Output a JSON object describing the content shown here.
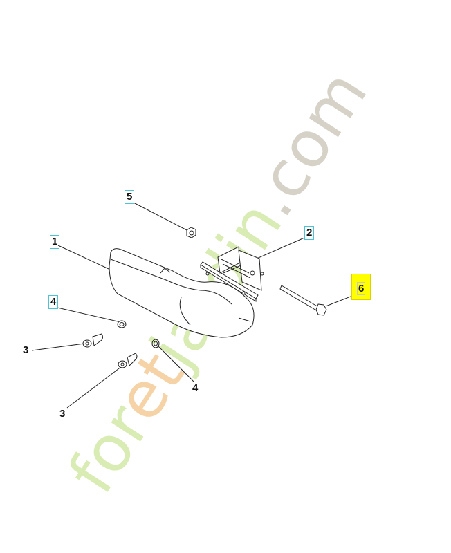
{
  "watermark": {
    "brand_a": "for",
    "brand_b": "et",
    "brand_c": "jardin",
    "brand_d": ".com",
    "colors": {
      "green": "#d8ecb4",
      "orange": "#f6d3a6",
      "gray": "#d6d2c8"
    }
  },
  "callouts": [
    {
      "number": "1",
      "boxed": true
    },
    {
      "number": "2",
      "boxed": true
    },
    {
      "number": "3",
      "boxed": true
    },
    {
      "number": "3",
      "boxed": false
    },
    {
      "number": "4",
      "boxed": true
    },
    {
      "number": "4",
      "boxed": false
    },
    {
      "number": "5",
      "boxed": true
    },
    {
      "number": "6",
      "boxed": false,
      "highlighted": true
    }
  ],
  "colors": {
    "box_border": "#4cc3d6",
    "highlight": "#ffff00",
    "line": "#222222"
  }
}
